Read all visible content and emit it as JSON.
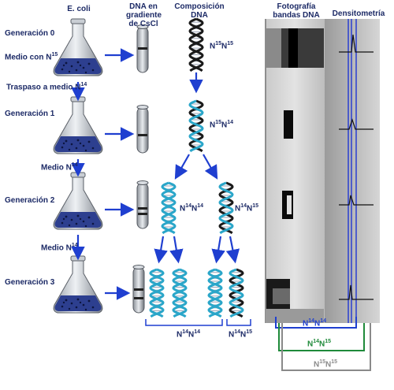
{
  "headers": {
    "ecoli": "E. coli",
    "dna_gradient_1": "DNA en",
    "dna_gradient_2": "gradiente",
    "dna_gradient_3": "de CsCl",
    "composition_1": "Composición",
    "composition_2": "DNA",
    "photo_1": "Fotografía",
    "photo_2": "bandas DNA",
    "densitometry": "Densitometría"
  },
  "left_labels": {
    "gen0": "Generación 0",
    "medium_n15": "Medio con N",
    "medium_n15_sup": "15",
    "transfer": "Traspaso a medio N",
    "transfer_sup": "14",
    "gen1": "Generación 1",
    "medium1": "Medio N",
    "medium1_sup": "14",
    "gen2": "Generación 2",
    "medium2": "Medio N",
    "medium2_sup": "14",
    "gen3": "Generación 3"
  },
  "dna_labels": {
    "g0": {
      "a": "N",
      "a_sup": "15",
      "b": "N",
      "b_sup": "15"
    },
    "g1": {
      "a": "N",
      "a_sup": "15",
      "b": "N",
      "b_sup": "14"
    },
    "g2_left": {
      "a": "N",
      "a_sup": "14",
      "b": "N",
      "b_sup": "14"
    },
    "g2_right": {
      "a": "N",
      "a_sup": "14",
      "b": "N",
      "b_sup": "15"
    },
    "g3_left": {
      "a": "N",
      "a_sup": "14",
      "b": "N",
      "b_sup": "14"
    },
    "g3_right": {
      "a": "N",
      "a_sup": "14",
      "b": "N",
      "b_sup": "15"
    }
  },
  "band_legend": {
    "light": {
      "a": "N",
      "a_sup": "14",
      "b": "N",
      "b_sup": "14",
      "color": "#1f3fd0"
    },
    "hybrid": {
      "a": "N",
      "a_sup": "14",
      "b": "N",
      "b_sup": "15",
      "color": "#1f8a3a"
    },
    "heavy": {
      "a": "N",
      "a_sup": "15",
      "b": "N",
      "b_sup": "15",
      "color": "#8a8a8a"
    }
  },
  "colors": {
    "text": "#1c2a66",
    "arrow": "#1f3fd0",
    "dna_heavy": "#1a1a1a",
    "dna_light": "#2aa6c9",
    "medium_liquid": "#2d3f8f"
  }
}
